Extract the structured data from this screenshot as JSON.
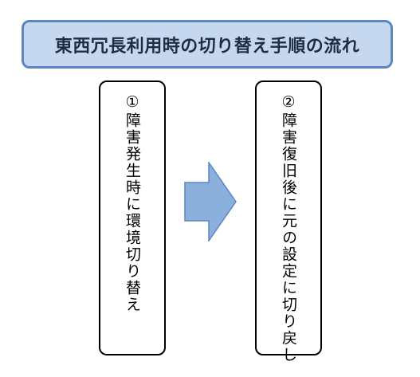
{
  "title": "東西冗長利用時の切り替え手順の流れ",
  "steps": [
    {
      "number": "①",
      "text": "障害発生時に環境切り替え"
    },
    {
      "number": "②",
      "text": "障害復旧後に元の設定に切り戻し"
    }
  ],
  "arrow": {
    "icon": "right-arrow-icon",
    "fill": "#8bb0dc",
    "stroke": "#5b86c1"
  },
  "colors": {
    "banner_fill": "#c6d8ef",
    "banner_border": "#5b86c1"
  }
}
